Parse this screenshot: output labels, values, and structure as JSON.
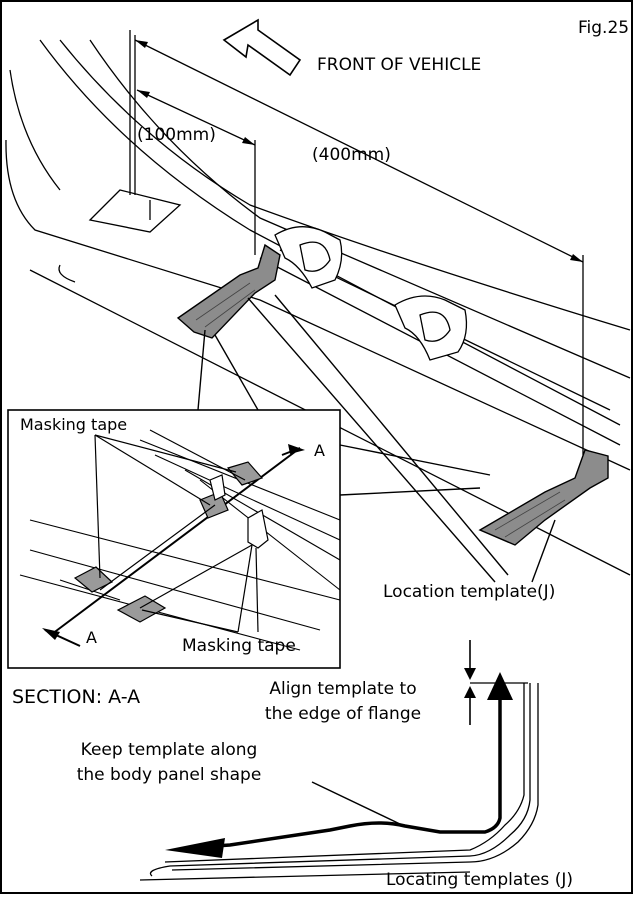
{
  "figure": {
    "number": "Fig.25"
  },
  "direction": {
    "label": "FRONT OF VEHICLE"
  },
  "dimensions": {
    "short": "(100mm)",
    "long": "(400mm)"
  },
  "labels": {
    "masking_tape_top": "Masking tape",
    "masking_tape_bottom": "Masking tape",
    "section_marker": "A",
    "location_template": "Location template(J)",
    "section_title": "SECTION: A-A",
    "align_line1": "Align template to",
    "align_line2": "the edge of flange",
    "keep_line1": "Keep template along",
    "keep_line2": "the body panel shape",
    "locating_templates": "Locating templates (J)"
  },
  "colors": {
    "template_fill": "#8c8c8c",
    "tape_fill": "#9a9a9a",
    "line": "#000000",
    "background": "#ffffff"
  }
}
